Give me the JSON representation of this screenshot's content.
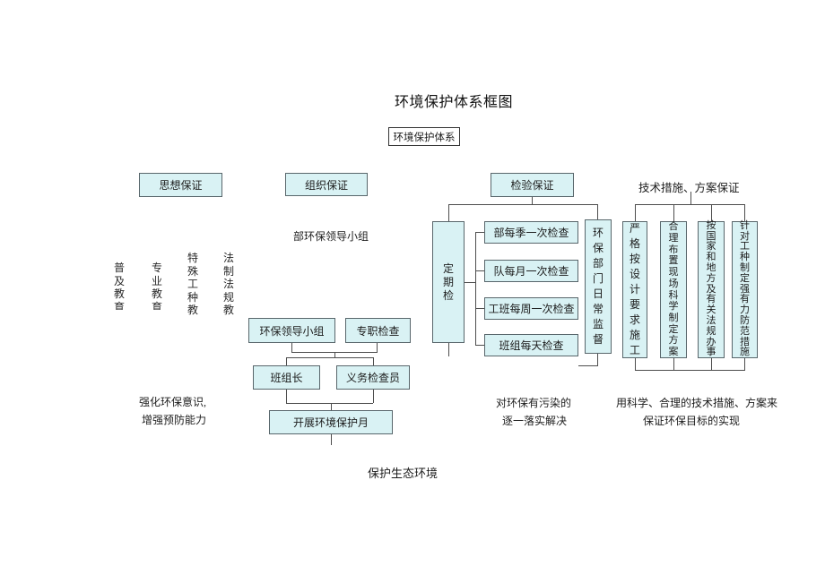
{
  "title": "环境保护体系框图",
  "system_label": "环境保护体系",
  "ideology_branch": {
    "header": "思想保证",
    "education": [
      "普及教育",
      "专业教育",
      "特殊工种教育",
      "法制法规教育"
    ],
    "outcome_line1": "强化环保意识,",
    "outcome_line2": "增强预防能力"
  },
  "organization_branch": {
    "header": "组织保证",
    "subtitle": "部环保领导小组",
    "leading_group": "环保领导小组",
    "fulltime_inspection": "专职检查",
    "team_leader": "班组长",
    "volunteer_inspector": "义务检查员",
    "protection_month": "开展环境保护月",
    "outcome": "保护生态环境"
  },
  "inspection_branch": {
    "header": "检验保证",
    "periodic_check": "定期检",
    "daily_supervision": "环保部门日常监督",
    "schedule": [
      "部每季一次检查",
      "队每月一次检查",
      "工班每周一次检查",
      "班组每天检查"
    ],
    "outcome_line1": "对环保有污染的",
    "outcome_line2": "逐一落实解决"
  },
  "technical_branch": {
    "header": "技术措施、方案保证",
    "measures": [
      "严格按设计要求施工",
      "合理布置现场科学制定方案",
      "按国家和地方及有关法规办事",
      "针对工种制定强有力防范措施"
    ],
    "outcome_line1": "用科学、合理的技术措施、方案来",
    "outcome_line2": "保证环保目标的实现"
  }
}
